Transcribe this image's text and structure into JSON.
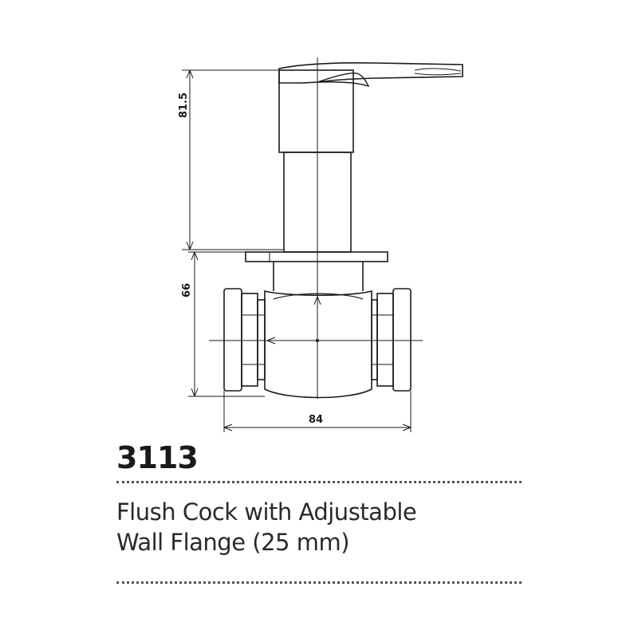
{
  "dimensions": {
    "height_top": "81.5",
    "height_bottom": "66",
    "width": "84"
  },
  "product": {
    "code": "3113",
    "description_line1": "Flush Cock with Adjustable",
    "description_line2": "Wall Flange (25 mm)"
  },
  "colors": {
    "line": "#1a1a1a",
    "divider": "#555555"
  }
}
